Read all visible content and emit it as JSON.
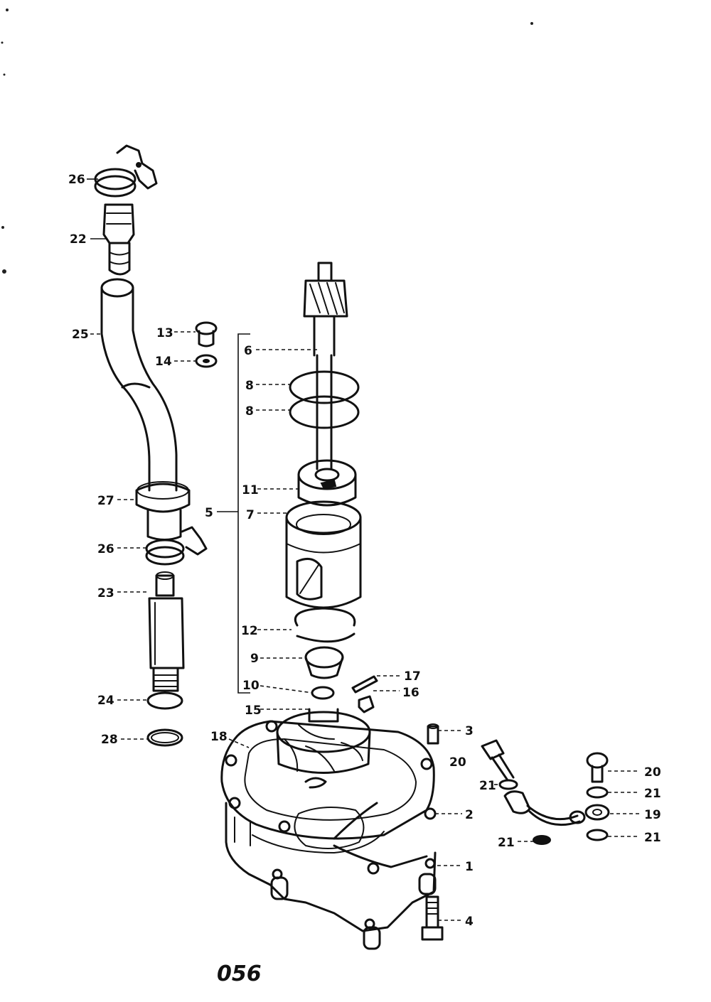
{
  "callouts": {
    "c1": "1",
    "c2": "2",
    "c3": "3",
    "c4": "4",
    "c5": "5",
    "c6": "6",
    "c7": "7",
    "c8a": "8",
    "c8b": "8",
    "c9": "9",
    "c10": "10",
    "c11": "11",
    "c12": "12",
    "c13": "13",
    "c14": "14",
    "c15": "15",
    "c16": "16",
    "c17": "17",
    "c18": "18",
    "c19": "19",
    "c20a": "20",
    "c20b": "20",
    "c21a": "21",
    "c21b": "21",
    "c21c": "21",
    "c21d": "21",
    "c22": "22",
    "c23": "23",
    "c24": "24",
    "c25": "25",
    "c26a": "26",
    "c26b": "26",
    "c27": "27",
    "c28": "28"
  },
  "page_number": "056"
}
